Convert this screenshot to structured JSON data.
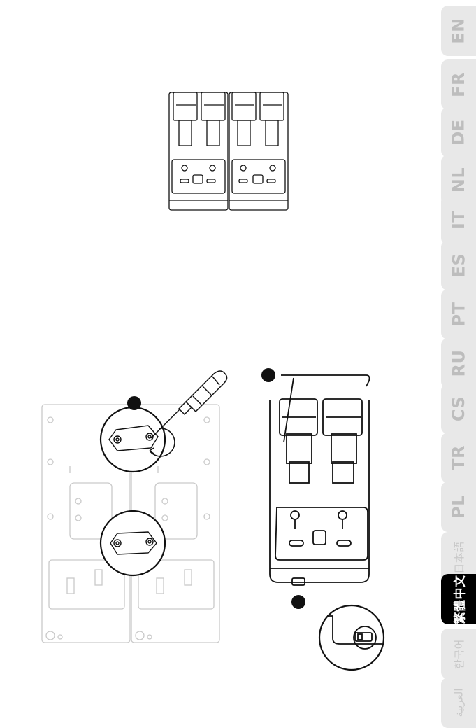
{
  "language_tabs": [
    {
      "code": "EN",
      "active": false
    },
    {
      "code": "FR",
      "active": false
    },
    {
      "code": "DE",
      "active": false
    },
    {
      "code": "NL",
      "active": false
    },
    {
      "code": "IT",
      "active": false
    },
    {
      "code": "ES",
      "active": false
    },
    {
      "code": "PT",
      "active": false
    },
    {
      "code": "RU",
      "active": false
    },
    {
      "code": "CS",
      "active": false
    },
    {
      "code": "TR",
      "active": false
    },
    {
      "code": "PL",
      "active": false
    },
    {
      "code": "日本語",
      "active": false
    },
    {
      "code": "繁體中文",
      "active": true
    },
    {
      "code": "한국어",
      "active": false
    },
    {
      "code": "العربية",
      "active": false
    }
  ],
  "colors": {
    "tab_background": "#e8e8e8",
    "tab_text": "#bdbdbd",
    "tab_active_background": "#000000",
    "tab_active_text": "#ffffff",
    "line_art": "#111111",
    "faded_line_art": "#c9c9c9"
  },
  "icons": [
    "screwdriver-icon",
    "allen-key-icon",
    "rotation-arrow-icon"
  ]
}
